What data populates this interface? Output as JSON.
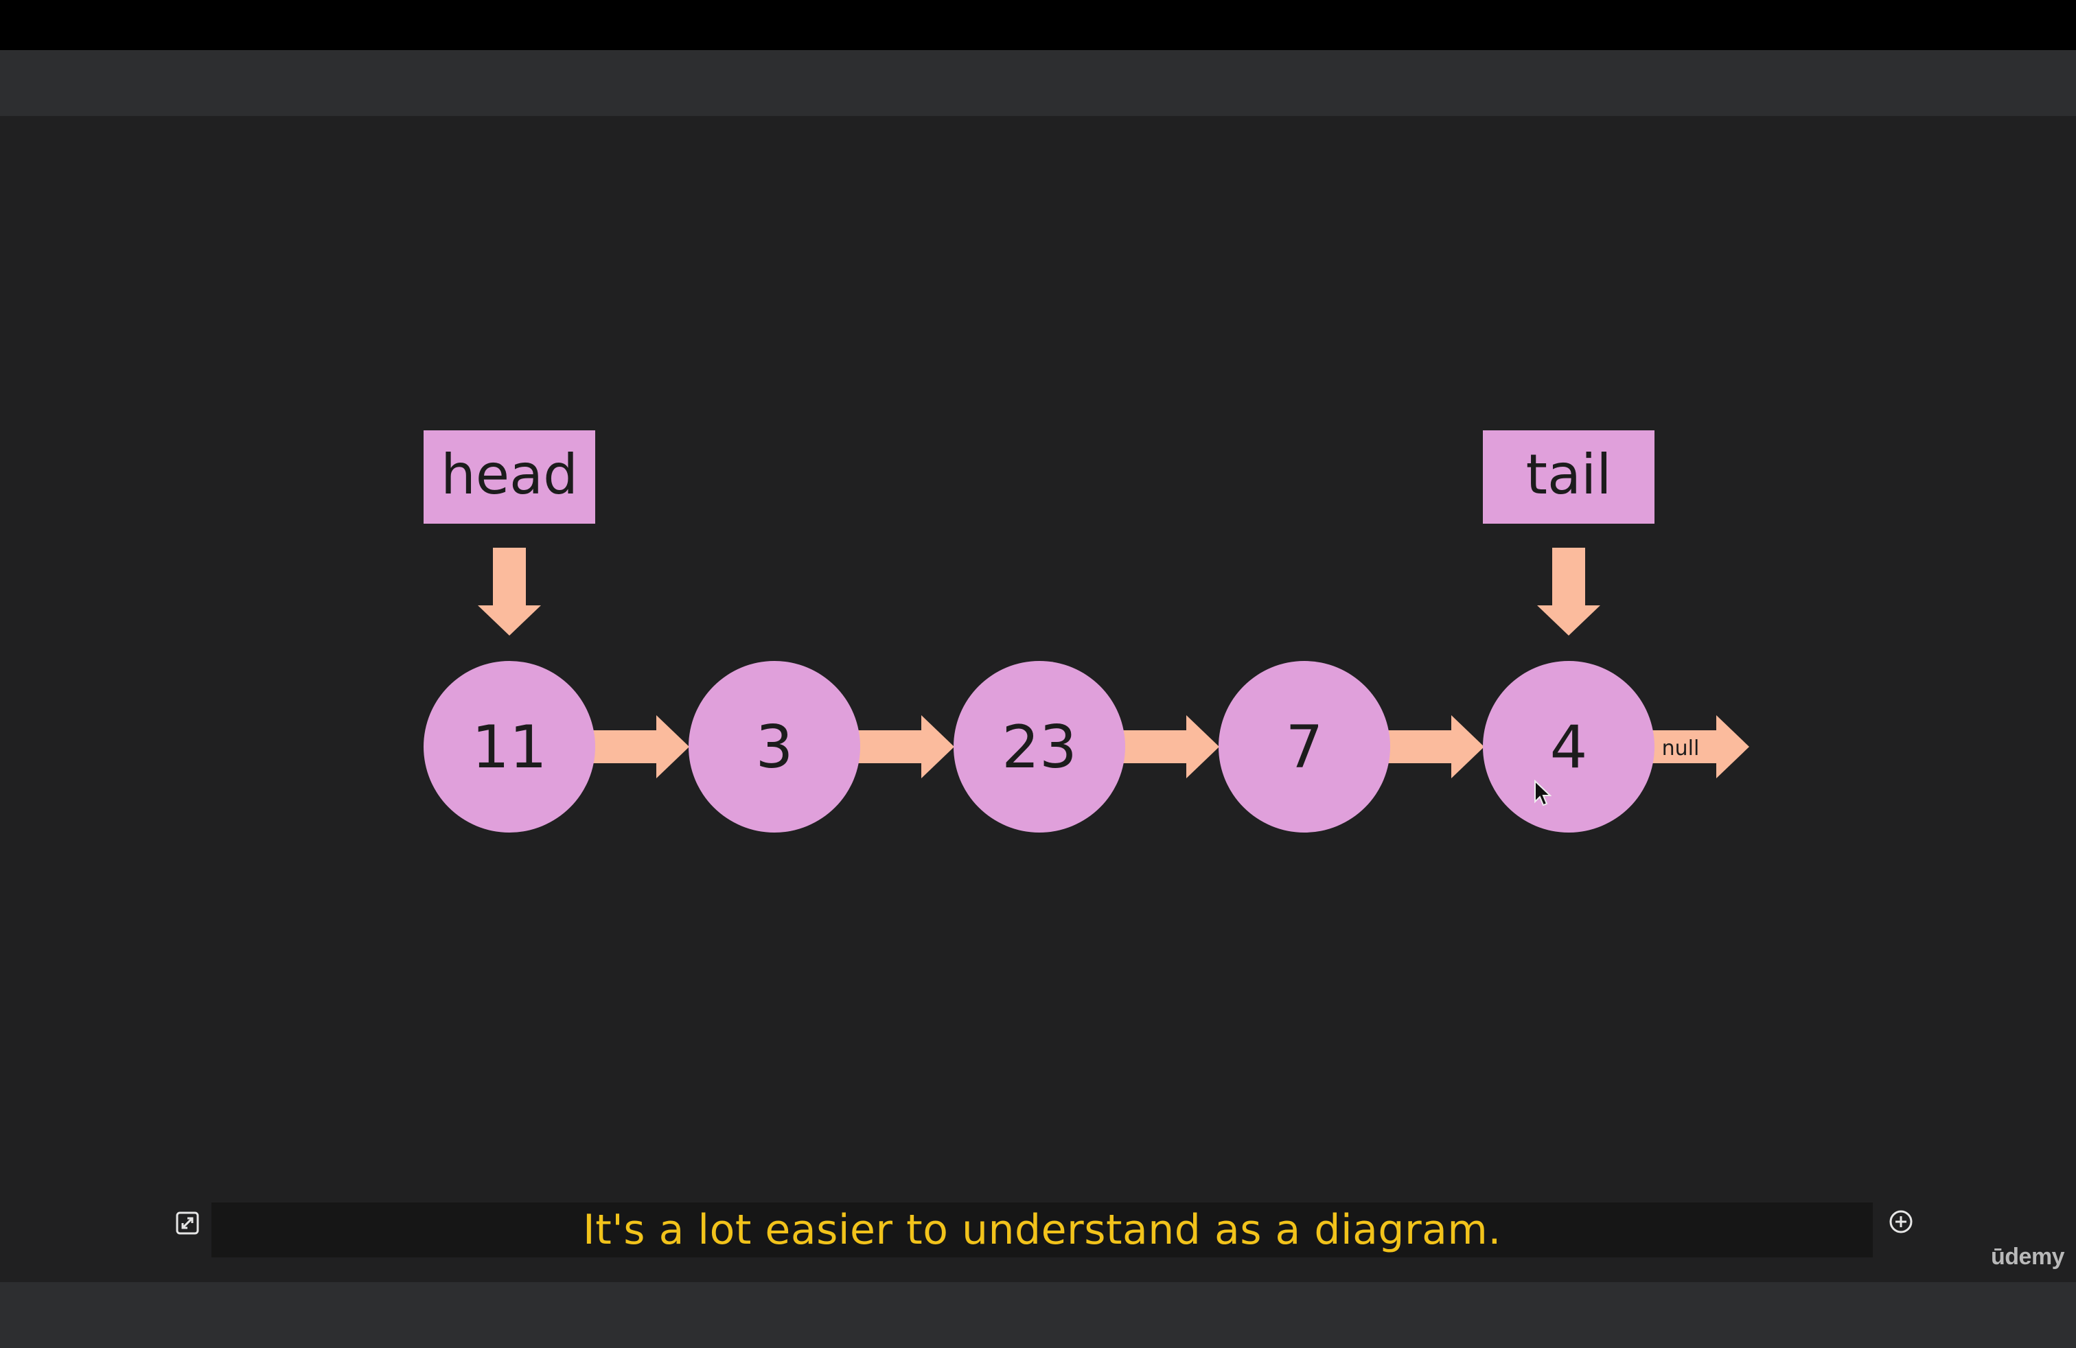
{
  "diagram": {
    "head_label": "head",
    "tail_label": "tail",
    "nodes": [
      {
        "value": "11"
      },
      {
        "value": "3"
      },
      {
        "value": "23"
      },
      {
        "value": "7"
      },
      {
        "value": "4"
      }
    ],
    "null_label": "null",
    "colors": {
      "node_fill": "#e0a0db",
      "arrow_fill": "#fbbb9d",
      "text": "#1c1c1c"
    }
  },
  "player": {
    "caption": "It's a lot easier to understand as a diagram.",
    "caption_color": "#f2c31b",
    "brand": "ūdemy",
    "expand_icon": "expand-icon",
    "add_icon": "plus-circle-icon"
  }
}
